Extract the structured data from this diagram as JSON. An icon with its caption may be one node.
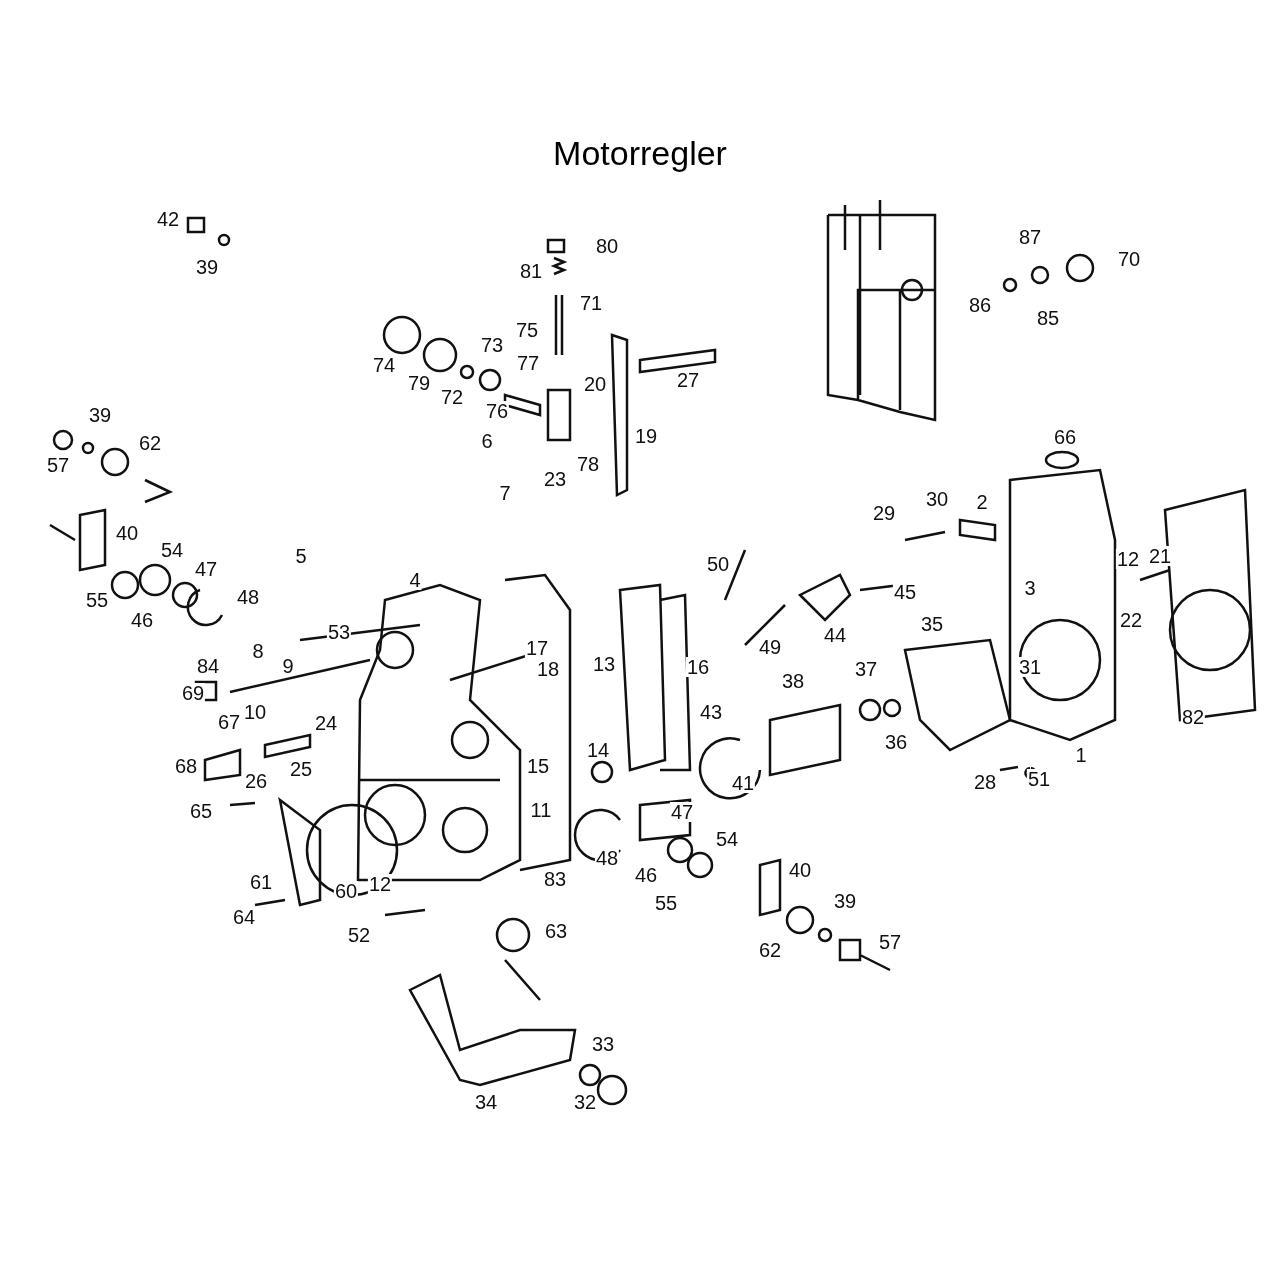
{
  "diagram": {
    "title": "Motorregler",
    "labels": [
      "42",
      "80",
      "87",
      "39",
      "70",
      "81",
      "71",
      "86",
      "85",
      "75",
      "73",
      "74",
      "77",
      "20",
      "27",
      "79",
      "72",
      "76",
      "39",
      "19",
      "66",
      "62",
      "6",
      "57",
      "78",
      "23",
      "7",
      "29",
      "30",
      "2",
      "40",
      "54",
      "5",
      "50",
      "12",
      "21",
      "47",
      "4",
      "3",
      "45",
      "48",
      "55",
      "46",
      "22",
      "53",
      "35",
      "44",
      "49",
      "17",
      "8",
      "13",
      "16",
      "9",
      "84",
      "18",
      "31",
      "37",
      "38",
      "69",
      "10",
      "82",
      "43",
      "67",
      "24",
      "36",
      "14",
      "25",
      "68",
      "26",
      "15",
      "41",
      "28",
      "51",
      "1",
      "65",
      "11",
      "47",
      "54",
      "48",
      "46",
      "61",
      "60",
      "12",
      "83",
      "40",
      "55",
      "39",
      "64",
      "52",
      "63",
      "57",
      "62",
      "33",
      "34",
      "32"
    ]
  }
}
